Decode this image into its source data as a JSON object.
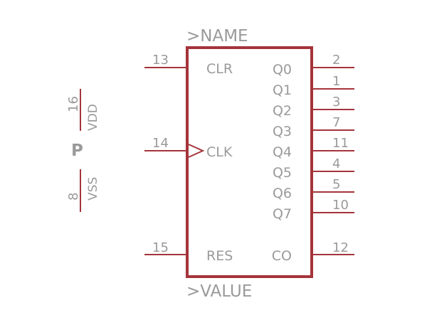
{
  "symbol": {
    "name_label": ">NAME",
    "value_label": ">VALUE",
    "left_pins": [
      {
        "number": "13",
        "name": "CLR"
      },
      {
        "number": "14",
        "name": "CLK"
      },
      {
        "number": "15",
        "name": "RES"
      }
    ],
    "right_pins": [
      {
        "number": "2",
        "name": "Q0"
      },
      {
        "number": "1",
        "name": "Q1"
      },
      {
        "number": "3",
        "name": "Q2"
      },
      {
        "number": "7",
        "name": "Q3"
      },
      {
        "number": "11",
        "name": "Q4"
      },
      {
        "number": "4",
        "name": "Q5"
      },
      {
        "number": "5",
        "name": "Q6"
      },
      {
        "number": "10",
        "name": "Q7"
      },
      {
        "number": "12",
        "name": "CO"
      }
    ],
    "power": {
      "part_label": "P",
      "vdd": {
        "number": "16",
        "name": "VDD"
      },
      "vss": {
        "number": "8",
        "name": "VSS"
      }
    },
    "colors": {
      "outline": "#a5343b",
      "text": "#9a9a9a"
    }
  }
}
